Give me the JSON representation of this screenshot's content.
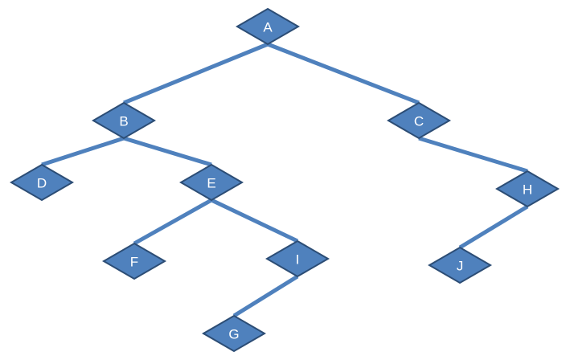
{
  "diagram": {
    "type": "binary-tree",
    "colors": {
      "node_fill": "#4f81bd",
      "node_border": "#2c4d75",
      "edge": "#4f81bd",
      "label": "#ffffff"
    },
    "nodes": [
      {
        "id": "A",
        "label": "A"
      },
      {
        "id": "B",
        "label": "B"
      },
      {
        "id": "C",
        "label": "C"
      },
      {
        "id": "D",
        "label": "D"
      },
      {
        "id": "E",
        "label": "E"
      },
      {
        "id": "F",
        "label": "F"
      },
      {
        "id": "G",
        "label": "G"
      },
      {
        "id": "H",
        "label": "H"
      },
      {
        "id": "I",
        "label": "I"
      },
      {
        "id": "J",
        "label": "J"
      }
    ],
    "edges": [
      {
        "from": "A",
        "to": "B"
      },
      {
        "from": "A",
        "to": "C"
      },
      {
        "from": "B",
        "to": "D"
      },
      {
        "from": "B",
        "to": "E"
      },
      {
        "from": "E",
        "to": "F"
      },
      {
        "from": "E",
        "to": "I"
      },
      {
        "from": "I",
        "to": "G"
      },
      {
        "from": "C",
        "to": "H"
      },
      {
        "from": "H",
        "to": "J"
      }
    ]
  }
}
